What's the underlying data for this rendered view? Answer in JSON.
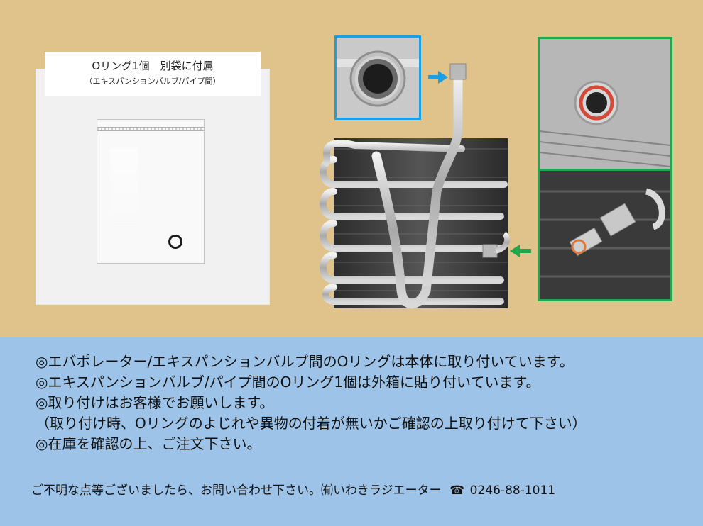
{
  "caption": {
    "main": "Oリング1個　別袋に付属",
    "sub": "（エキスパンションバルブ/パイプ間）"
  },
  "notes": [
    "◎エバポレーター/エキスパンションバルブ間のOリングは本体に取り付いています。",
    "◎エキスパンションバルブ/パイプ間のOリング1個は外箱に貼り付いています。",
    "◎取り付けはお客様でお願いします。",
    "（取り付け時、Oリングのよじれや異物の付着が無いかご確認の上取り付けて下さい）",
    "◎在庫を確認の上、ご注文下さい。"
  ],
  "contact": {
    "message": "ご不明な点等ございましたら、お問い合わせ下さい。㈲いわきラジエーター",
    "phone": "0246-88-1011"
  },
  "colors": {
    "top_background": "#e0c28b",
    "bottom_background": "#9dc4e8",
    "blue_frame": "#1d9ee0",
    "green_frame": "#1fa84b"
  }
}
